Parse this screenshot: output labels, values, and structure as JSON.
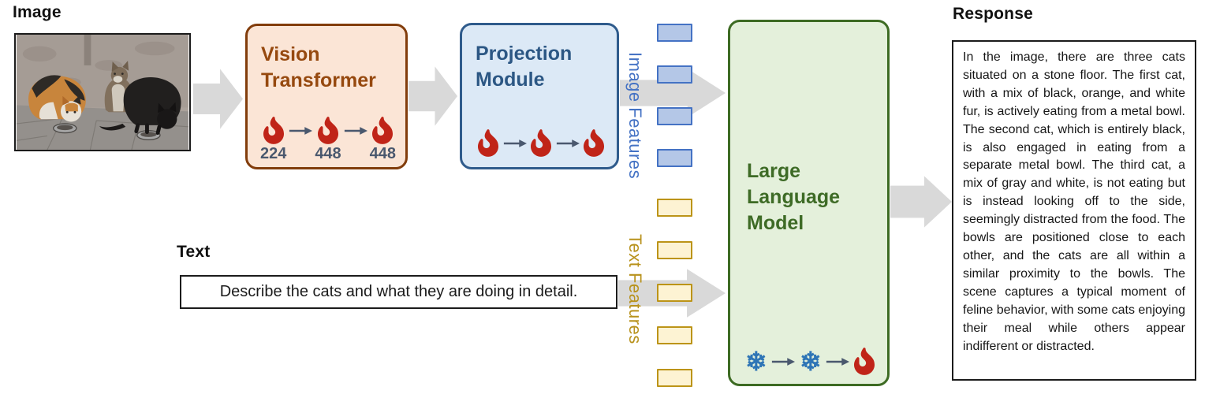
{
  "sections": {
    "image_label": "Image",
    "text_label": "Text",
    "response_label": "Response"
  },
  "vision_transformer": {
    "title": "Vision Transformer",
    "icon_sequence": [
      "fire",
      "fire",
      "fire"
    ],
    "stage_resolutions": [
      "224",
      "448",
      "448"
    ]
  },
  "projection_module": {
    "title": "Projection Module",
    "icon_sequence": [
      "fire",
      "fire",
      "fire"
    ]
  },
  "large_language_model": {
    "title": "Large Language Model",
    "icon_sequence": [
      "snowflake",
      "snowflake",
      "fire"
    ]
  },
  "image_features": {
    "label": "Image Features",
    "token_count": 4
  },
  "text_features": {
    "label": "Text Features",
    "token_count": 5
  },
  "prompt": {
    "text": "Describe the cats and what they are doing in detail."
  },
  "response": {
    "body": "In the image, there are three cats situated on a stone floor. The first cat, with a mix of black, orange, and white fur, is actively eating from a metal bowl. The second cat, which is entirely black, is also engaged in eating from a separate metal bowl. The third cat, a mix of gray and white, is not eating but is instead looking off to the side, seemingly distracted from the food. The bowls are positioned close to each other, and the cats are all within a similar proximity to the bowls. The scene captures a typical moment of feline behavior, with some cats enjoying their meal while others appear indifferent or distracted."
  },
  "colors": {
    "vit_fill": "#FBE5D6",
    "vit_border": "#823D0C",
    "vit_text": "#96490F",
    "projection_fill": "#DCE9F6",
    "projection_border": "#2F5B8C",
    "projection_text": "#2C5784",
    "llm_fill": "#E4F0DB",
    "llm_border": "#3D6B23",
    "llm_text": "#3E6B26",
    "image_token_fill": "#B4C7E7",
    "image_token_border": "#4472C4",
    "text_token_fill": "#FDF3D3",
    "text_token_border": "#BC9418",
    "image_features_label": "#4472C4",
    "text_features_label": "#B8921C",
    "flow_arrow": "#D9D9D9",
    "icon_arrow": "#4A586E",
    "fire": "#C02418",
    "snowflake": "#2E75B6",
    "stage_number": "#4A586E"
  }
}
